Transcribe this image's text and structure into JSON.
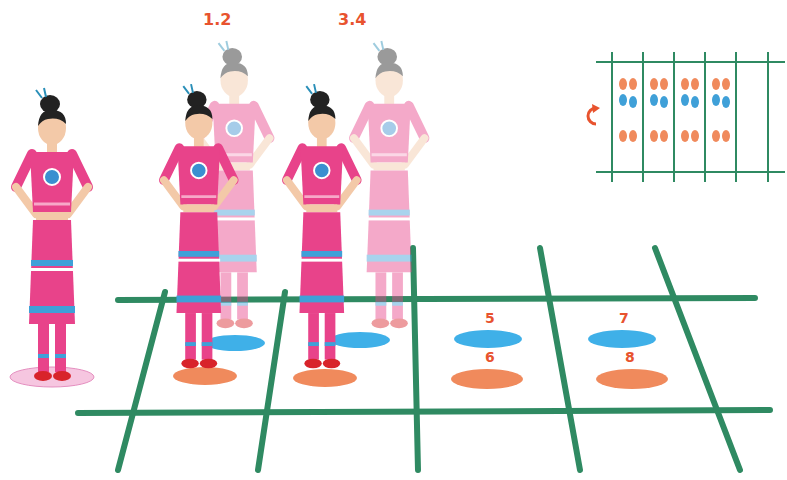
{
  "diagram": {
    "labels": [
      "1.2",
      "3.4",
      "5",
      "6",
      "7",
      "8"
    ]
  }
}
